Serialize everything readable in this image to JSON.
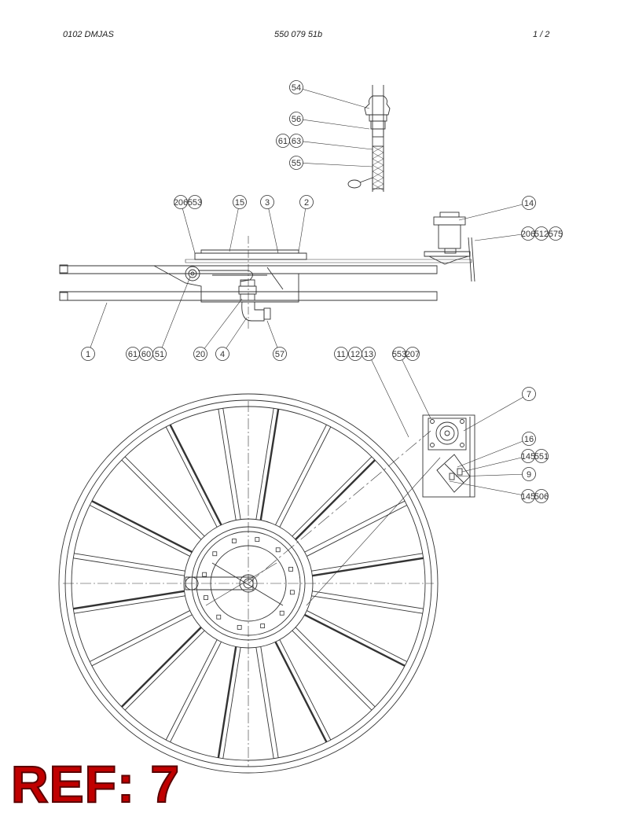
{
  "header": {
    "left": "0102 DMJAS",
    "center": "550 079 51b",
    "page": "1 /  2"
  },
  "callouts": {
    "top": [
      "54",
      "56",
      "61",
      "63",
      "55"
    ],
    "row1": [
      "206",
      "553",
      "15",
      "3",
      "2",
      "14"
    ],
    "row1b": [
      "206",
      "512",
      "575"
    ],
    "row2": [
      "1",
      "61",
      "60",
      "51",
      "20",
      "4",
      "57",
      "11",
      "12",
      "13",
      "553",
      "207",
      "7"
    ],
    "right": [
      "16",
      "145",
      "551",
      "9",
      "145",
      "506"
    ]
  },
  "footer": {
    "ref": "REF: 7"
  },
  "colors": {
    "line": "#333333",
    "ref_fill": "#c00000"
  }
}
